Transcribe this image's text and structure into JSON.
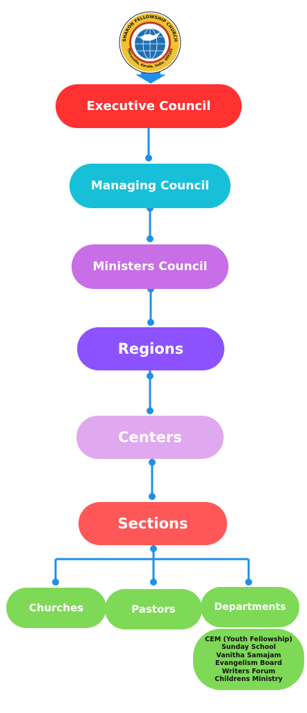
{
  "logo": {
    "top_text": "SHARON FELLOWSHIP CHURCH",
    "bottom_text": "Thiruvalla, Kerala, India. 689101",
    "colors": {
      "ring": "#f2c230",
      "inner": "#c0392b",
      "globe": "#1f6fb5"
    }
  },
  "nodes": {
    "executive": {
      "label": "Executive Council",
      "color": "#ff3131"
    },
    "managing": {
      "label": "Managing Council",
      "color": "#17c0d8"
    },
    "ministers": {
      "label": "Ministers Council",
      "color": "#c86ee6"
    },
    "regions": {
      "label": "Regions",
      "color": "#8c52ff"
    },
    "centers": {
      "label": "Centers",
      "color": "#e0a8ef"
    },
    "sections": {
      "label": "Sections",
      "color": "#ff5757"
    },
    "churches": {
      "label": "Churches",
      "color": "#7ed957"
    },
    "pastors": {
      "label": "Pastors",
      "color": "#7ed957"
    },
    "departments": {
      "label": "Departments",
      "color": "#7ed957"
    }
  },
  "departments_list": [
    "CEM (Youth Fellowship)",
    "Sunday School",
    "Vanitha Samajam",
    "Evangelism Board",
    "Writers Forum",
    "Childrens Ministry"
  ],
  "connector_color": "#1e90e8"
}
